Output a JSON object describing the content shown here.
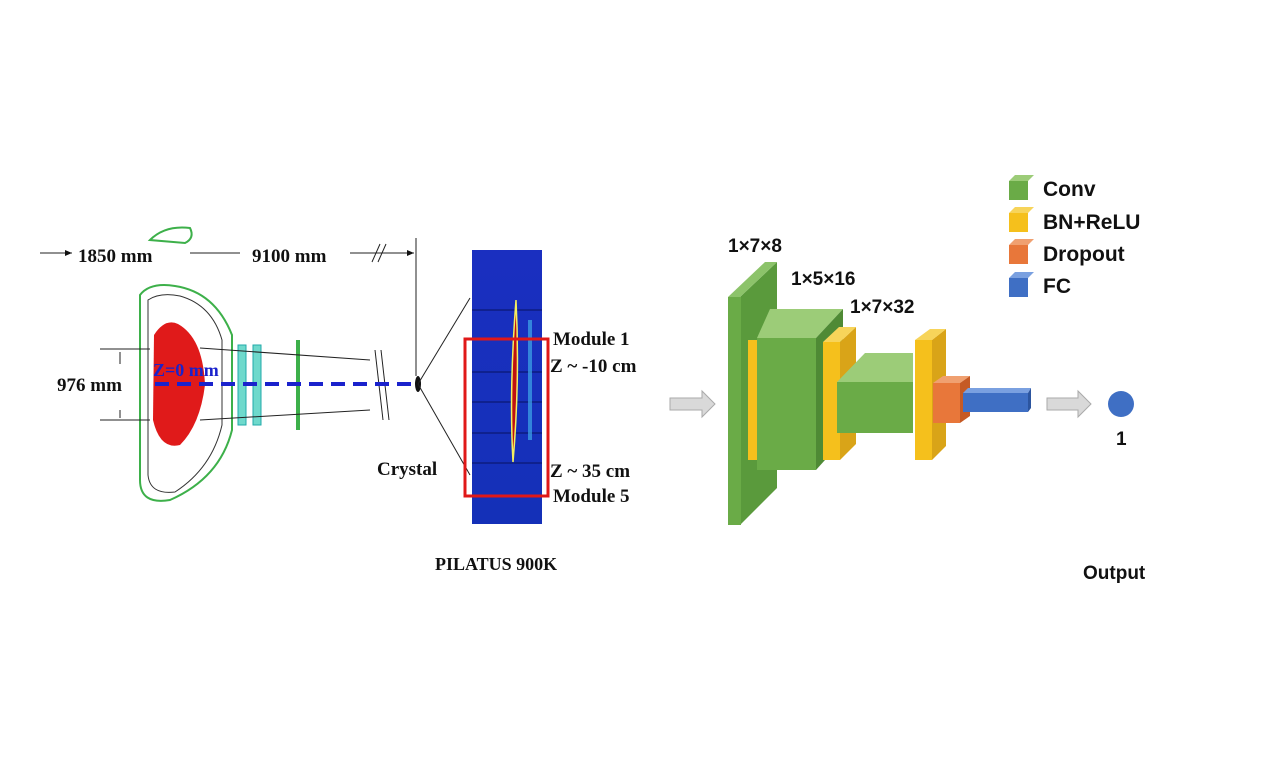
{
  "left": {
    "dim_1850": "1850 mm",
    "dim_9100": "9100 mm",
    "dim_976": "976 mm",
    "z0": "Z=0 mm",
    "crystal": "Crystal",
    "module1": "Module 1",
    "z_minus10": "Z ~ -10 cm",
    "z_35": "Z ~ 35 cm",
    "module5": "Module 5",
    "detector": "PILATUS 900K"
  },
  "network": {
    "layer1": "1×7×8",
    "layer2": "1×5×16",
    "layer3": "1×7×32",
    "output_value": "1",
    "output_label": "Output"
  },
  "legend": [
    {
      "label": "Conv",
      "color": "#6aab47"
    },
    {
      "label": "BN+ReLU",
      "color": "#f5c01c"
    },
    {
      "label": "Dropout",
      "color": "#e8773a"
    },
    {
      "label": "FC",
      "color": "#3f6fc4"
    }
  ]
}
